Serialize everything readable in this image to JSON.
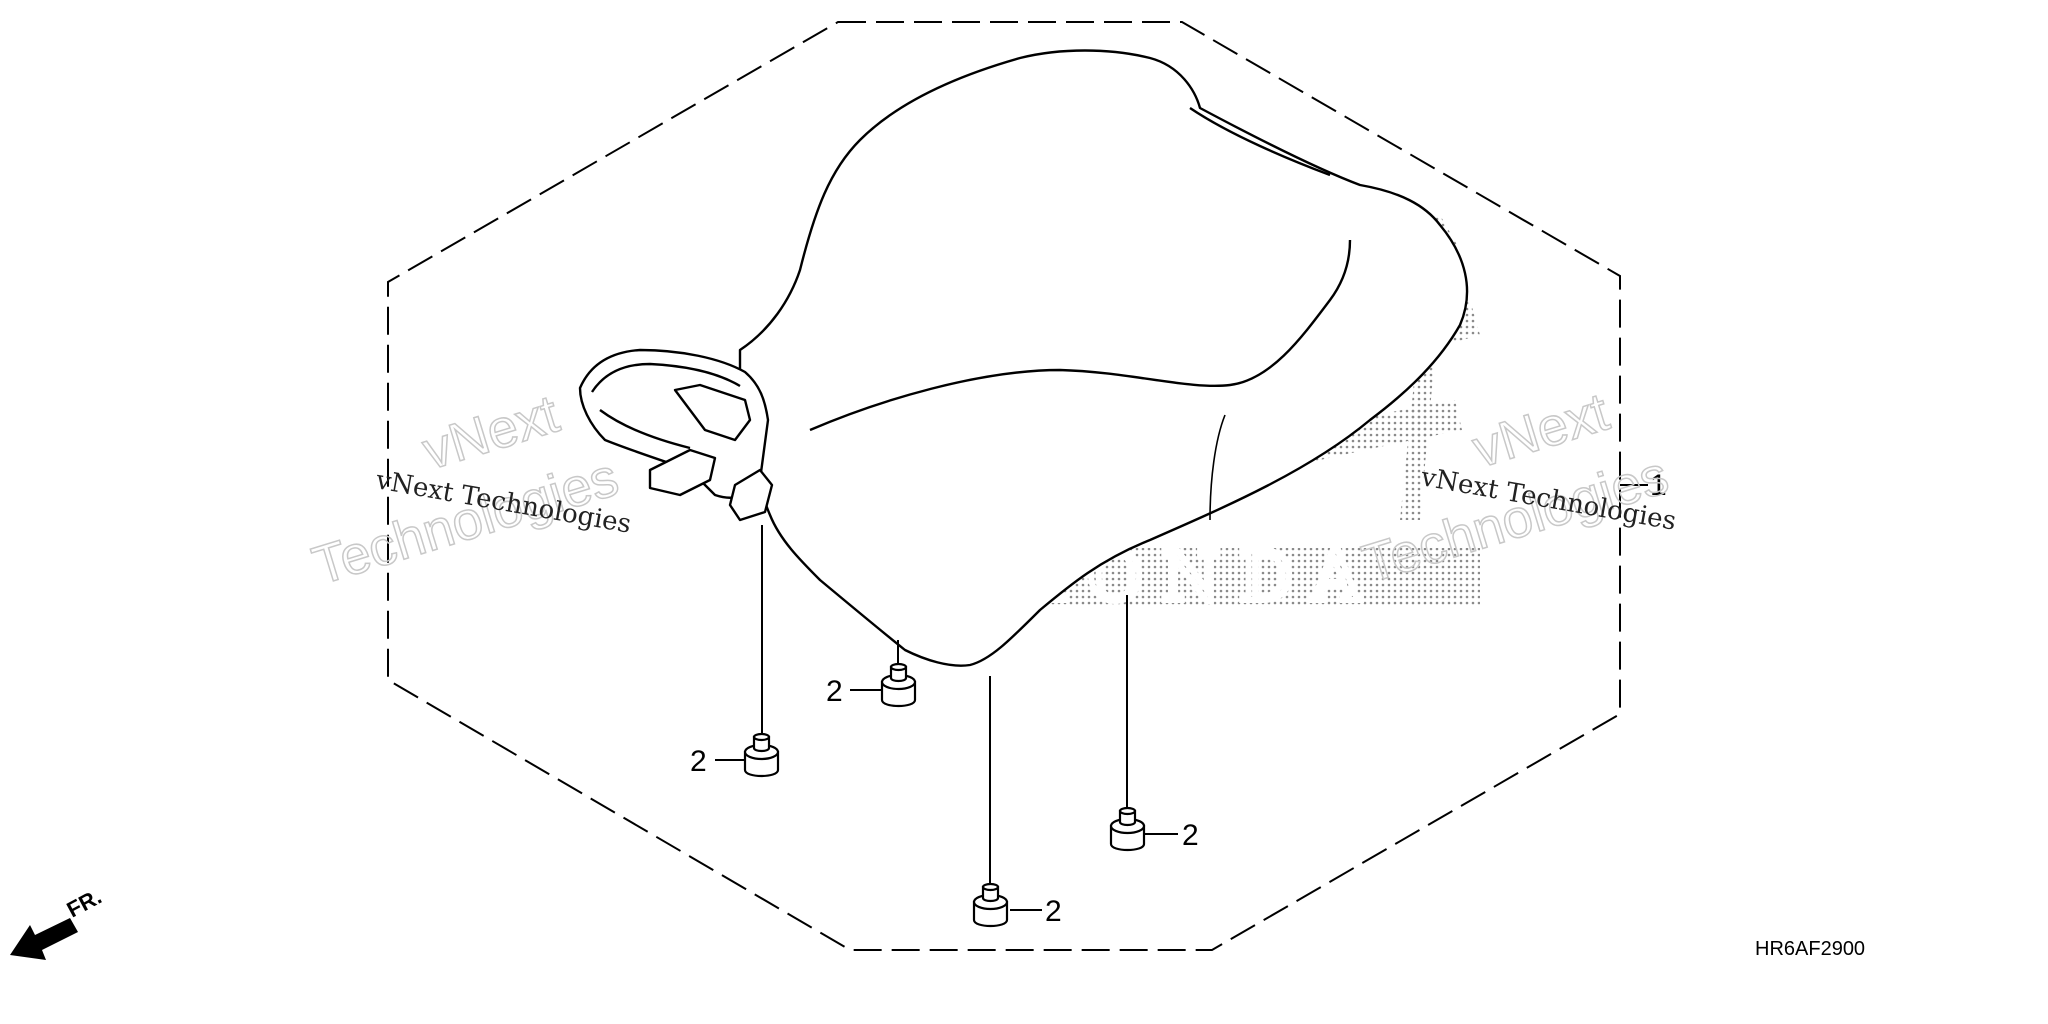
{
  "diagram": {
    "part_code": "HR6AF2900",
    "front_label": "FR.",
    "callouts": [
      {
        "id": "seat",
        "label": "1"
      },
      {
        "id": "cushion-a",
        "label": "2"
      },
      {
        "id": "cushion-b",
        "label": "2"
      },
      {
        "id": "cushion-c",
        "label": "2"
      },
      {
        "id": "cushion-d",
        "label": "2"
      }
    ],
    "brand_logo": "HONDA",
    "watermark": {
      "line1": "vNext",
      "line2": "Technologies",
      "full": "vNext Technologies"
    }
  }
}
